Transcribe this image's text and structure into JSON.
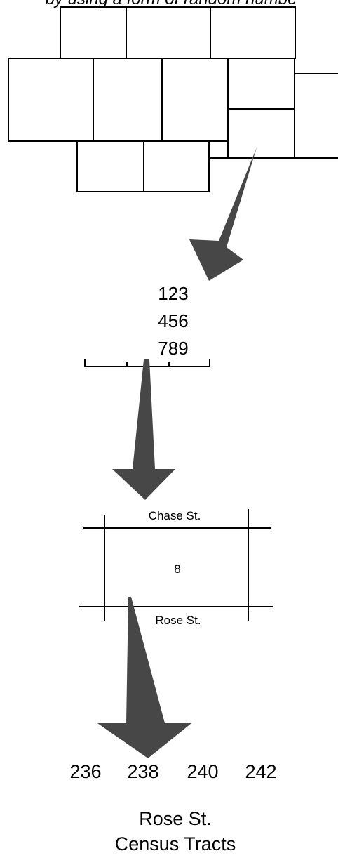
{
  "caption": "by using a form of random numbe",
  "random_digits": [
    "123",
    "456",
    "789"
  ],
  "block_map": {
    "top_street": "Chase St.",
    "block_number": "8",
    "bottom_street": "Rose St."
  },
  "house_numbers": [
    "236",
    "238",
    "240",
    "242"
  ],
  "footer": {
    "street": "Rose St.",
    "label": "Census Tracts"
  },
  "colors": {
    "ink": "#000000",
    "arrow": "#444444",
    "background": "#ffffff"
  }
}
